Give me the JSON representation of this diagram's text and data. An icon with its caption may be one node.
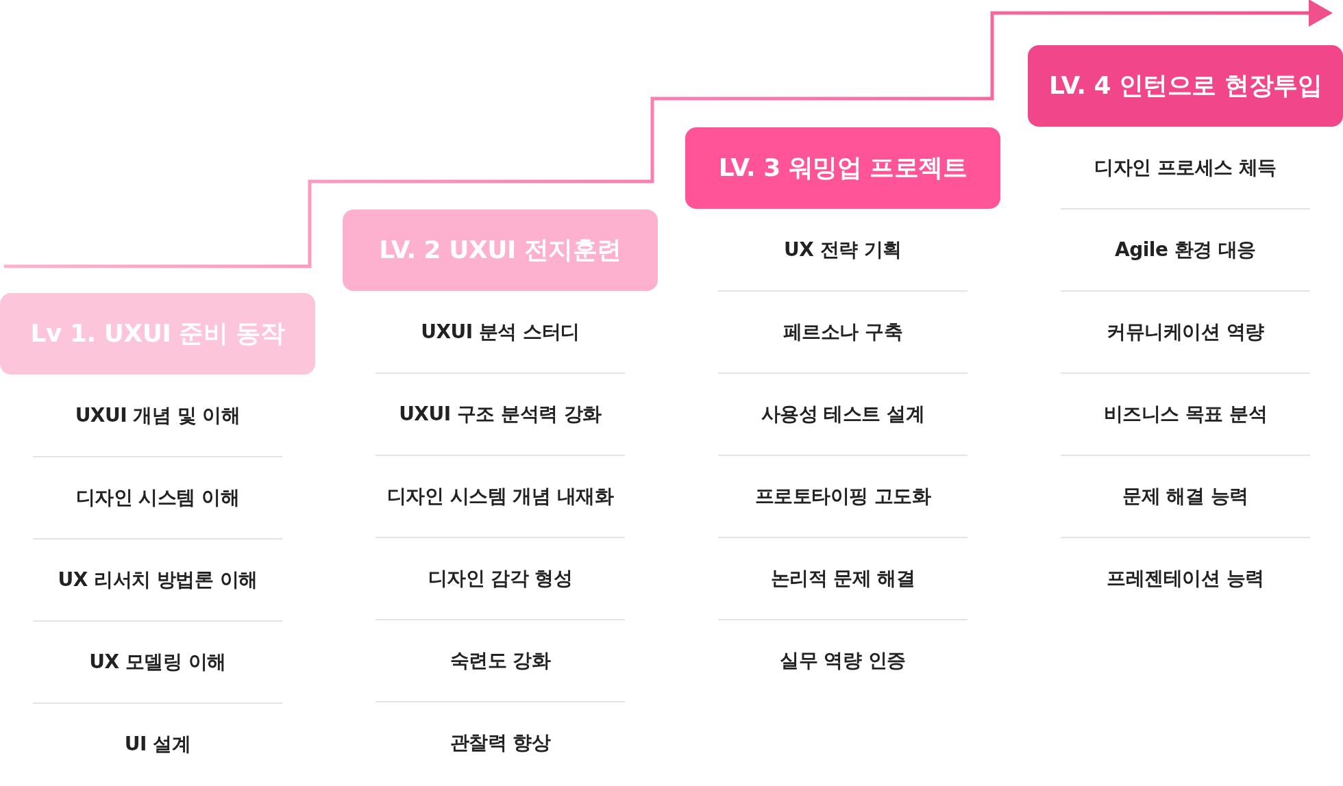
{
  "diagram": {
    "nodes": [
      {
        "text": [
          "Lv 1. UXUI 준비 동작"
        ]
      },
      {
        "text": [
          "LV. 2 UXUI 전지훈련"
        ]
      },
      {
        "text": [
          "LV. 3 워밍업 프로젝트"
        ]
      },
      {
        "text": [
          "LV. 4 인턴으로 현장투입"
        ]
      }
    ],
    "edges": [],
    "labels": [
      "UXUI 개념 및 이해",
      "디자인 시스템 이해",
      "UX 리서치 방법론 이해",
      "UX 모델링 이해",
      "UI 설계",
      "UXUI 분석 스터디",
      "UXUI 구조 분석력 강화",
      "디자인 시스템 개념 내재화",
      "디자인 감각 형성",
      "숙련도 강화",
      "관찰력 향상",
      "UX 전략 기획",
      "페르소나 구축",
      "사용성 테스트 설계",
      "프로토타이핑 고도화",
      "논리적 문제 해결",
      "실무 역량 인증",
      "디자인 프로세스 체득",
      "Agile 환경 대응",
      "커뮤니케이션 역량",
      "비즈니스 목표 분석",
      "문제 해결 능력",
      "프레젠테이션 능력"
    ]
  }
}
